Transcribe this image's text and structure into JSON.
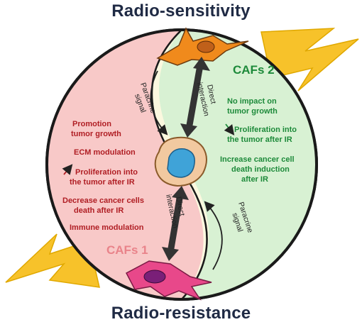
{
  "titles": {
    "top": "Radio-sensitivity",
    "bottom": "Radio-resistance"
  },
  "caf2": {
    "name": "CAFs 2",
    "items": [
      [
        "No impact on",
        "tumor growth"
      ],
      [
        "Proliferation into",
        "the tumor after IR"
      ],
      [
        "Increase cancer cell",
        "death induction",
        "after IR"
      ]
    ],
    "paracrine": [
      "Paracrine",
      "signal"
    ],
    "direct": [
      "Direct",
      "interaction"
    ]
  },
  "caf1": {
    "name": "CAFs 1",
    "items": [
      [
        "Promotion",
        "tumor growth"
      ],
      [
        "ECM modulation"
      ],
      [
        "Proliferation into",
        "the tumor after IR"
      ],
      [
        "Decrease cancer cells",
        "death after IR"
      ],
      [
        "Immune modulation"
      ]
    ],
    "paracrine": [
      "Paracrine",
      "signal"
    ],
    "direct": [
      "Direct",
      "interaction"
    ]
  },
  "colors": {
    "caf1_bg": "#f8c6c6",
    "caf2_bg": "#d6f0d2",
    "circle_bg": "#fbf8df",
    "caf1_text": "#b01e24",
    "caf2_text": "#1d8a3a",
    "lightning": "#f7c22a"
  }
}
